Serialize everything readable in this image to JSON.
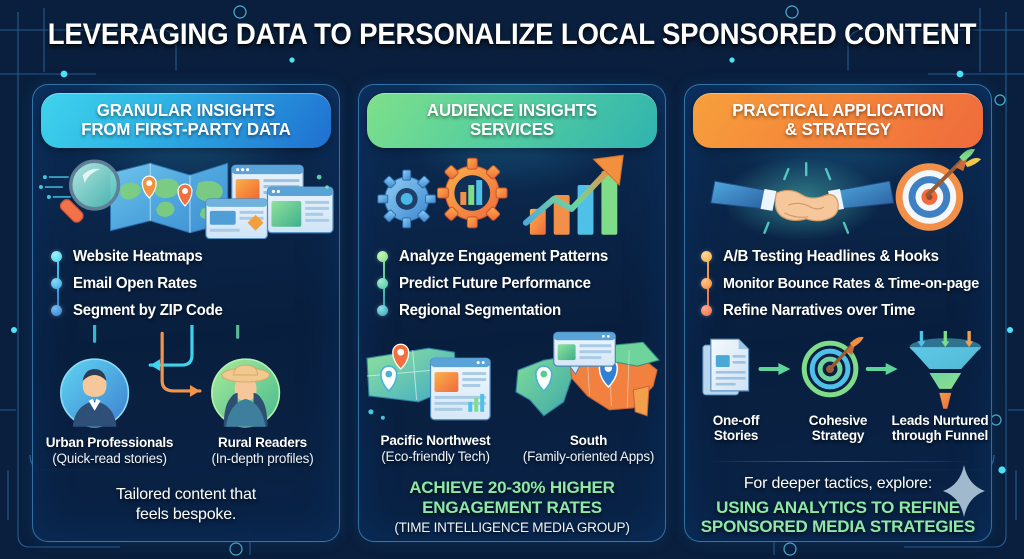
{
  "title": "LEVERAGING DATA TO PERSONALIZE LOCAL SPONSORED CONTENT",
  "theme": {
    "background": "#0a1f3d",
    "panel_border": "#56b0ee",
    "accent_cyan": "#3fd3ec",
    "accent_green": "#8fe8a6",
    "accent_orange": "#f4873a"
  },
  "panels": [
    {
      "id": "granular-insights",
      "header_line1": "GRANULAR INSIGHTS",
      "header_line2": "FROM FIRST-PARTY DATA",
      "header_color_start": "#3fd3ec",
      "header_color_end": "#1f6fd0",
      "hero_icons": [
        "magnifier-icon",
        "world-map-icon",
        "browser-window-icon"
      ],
      "bullets": [
        {
          "label": "Website Heatmaps",
          "dot_color": "#3fd3ec"
        },
        {
          "label": "Email Open Rates",
          "dot_color": "#35a8e0"
        },
        {
          "label": "Segment by ZIP Code",
          "dot_color": "#2b7fd6"
        }
      ],
      "captions": [
        {
          "title": "Urban Professionals",
          "subtitle": "(Quick-read stories)",
          "icon": "businessman-avatar-icon"
        },
        {
          "title": "Rural Readers",
          "subtitle": "(In-depth profiles)",
          "icon": "farmer-avatar-icon"
        }
      ],
      "footer_lines": [
        "Tailored content that",
        "feels bespoke."
      ],
      "footer_style": "plain"
    },
    {
      "id": "audience-insights-services",
      "header_line1": "AUDIENCE INSIGHTS",
      "header_line2": "SERVICES",
      "header_color_start": "#7ee08a",
      "header_color_end": "#2fb3b0",
      "hero_icons": [
        "gear-icon",
        "gear-bar-chart-icon",
        "growth-arrow-chart-icon"
      ],
      "bullets": [
        {
          "label": "Analyze Engagement Patterns",
          "dot_color": "#7fdd8a"
        },
        {
          "label": "Predict Future Performance",
          "dot_color": "#4fc4a4"
        },
        {
          "label": "Regional Segmentation",
          "dot_color": "#2fa3b4"
        }
      ],
      "captions": [
        {
          "title": "Pacific Northwest",
          "subtitle": "(Eco-friendly Tech)",
          "icon": "pacific-northwest-map-icon"
        },
        {
          "title": "South",
          "subtitle": "(Family-oriented Apps)",
          "icon": "south-region-map-icon"
        }
      ],
      "footer_lines": [
        "ACHIEVE 20-30% HIGHER",
        "ENGAGEMENT RATES"
      ],
      "footer_small": "(TIME INTELLIGENCE MEDIA GROUP)",
      "footer_style": "green"
    },
    {
      "id": "practical-application-strategy",
      "header_line1": "PRACTICAL APPLICATION",
      "header_line2": "& STRATEGY",
      "header_color_start": "#f7a03c",
      "header_color_end": "#ef6a3c",
      "hero_icons": [
        "handshake-icon",
        "target-arrow-icon"
      ],
      "bullets": [
        {
          "label": "A/B Testing Headlines & Hooks",
          "dot_color": "#f5a83f"
        },
        {
          "label": "Monitor Bounce Rates & Time-on-page",
          "dot_color": "#f38a3c"
        },
        {
          "label": "Refine Narratives over Time",
          "dot_color": "#ee6a4a"
        }
      ],
      "flow": [
        {
          "label_line1": "One-off",
          "label_line2": "Stories",
          "icon": "documents-icon"
        },
        {
          "label_line1": "Cohesive",
          "label_line2": "Strategy",
          "icon": "target-arrow-icon"
        },
        {
          "label_line1": "Leads Nurtured",
          "label_line2": "through Funnel",
          "icon": "funnel-icon"
        }
      ],
      "footer_prompt": "For deeper tactics, explore:",
      "footer_lines": [
        "USING ANALYTICS TO REFINE",
        "SPONSORED MEDIA STRATEGIES"
      ],
      "footer_style": "link-green"
    }
  ]
}
